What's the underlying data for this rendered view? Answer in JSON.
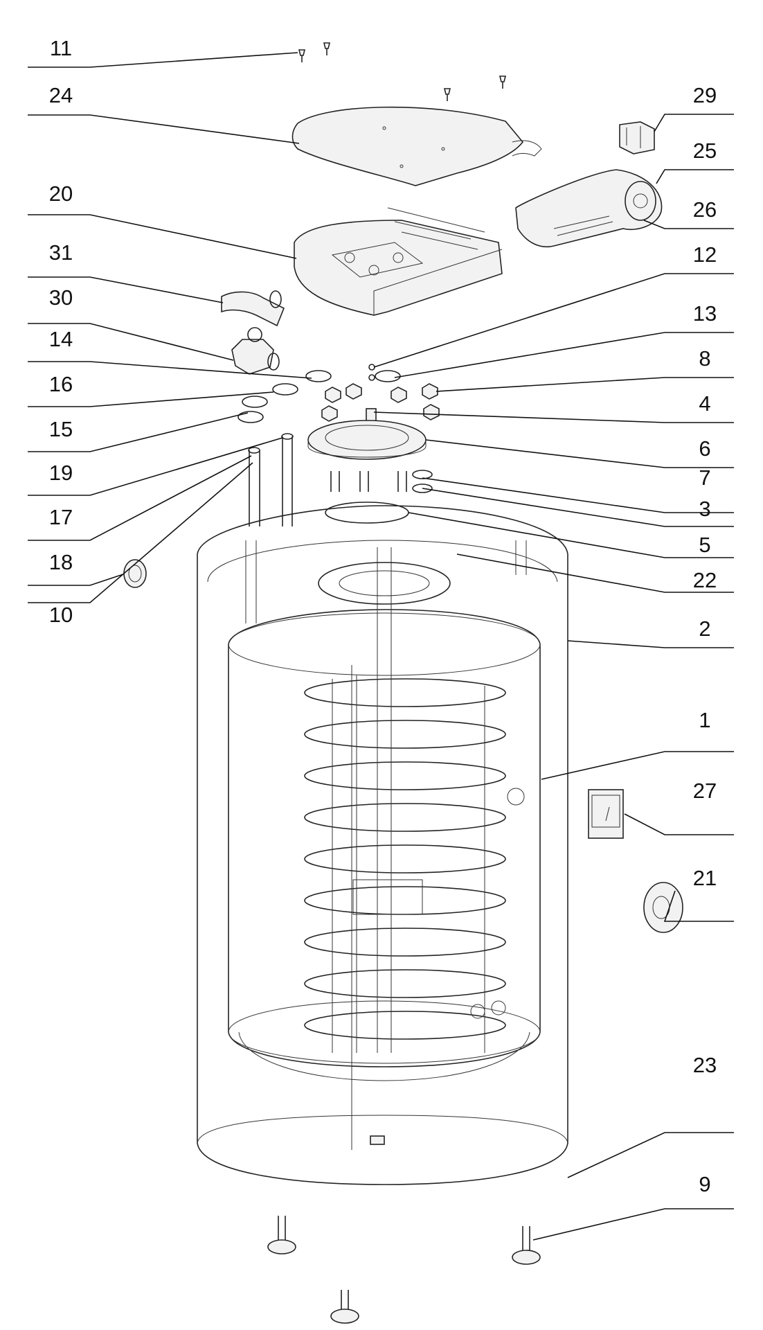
{
  "callouts": {
    "c11": "11",
    "c24": "24",
    "c20": "20",
    "c31": "31",
    "c30": "30",
    "c14": "14",
    "c16": "16",
    "c15": "15",
    "c19": "19",
    "c17": "17",
    "c18": "18",
    "c10": "10",
    "c29": "29",
    "c25": "25",
    "c26": "26",
    "c12": "12",
    "c13": "13",
    "c8": "8",
    "c4": "4",
    "c6": "6",
    "c7": "7",
    "c3": "3",
    "c5": "5",
    "c22": "22",
    "c2": "2",
    "c1": "1",
    "c27": "27",
    "c21": "21",
    "c23": "23",
    "c9": "9"
  }
}
